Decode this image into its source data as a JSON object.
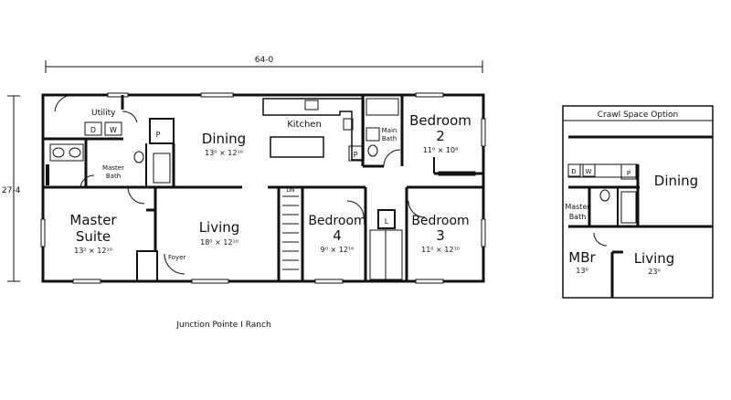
{
  "main_plan": {
    "overall_width": "64-0",
    "overall_depth": "27-4",
    "rooms": {
      "utility": "Utility",
      "dining": "Dining",
      "dining_dim": "13⁰ × 12¹⁰",
      "kitchen": "Kitchen",
      "main_bath_1": "Main",
      "main_bath_2": "Bath",
      "bedroom2_1": "Bedroom",
      "bedroom2_2": "2",
      "bedroom2_dim": "11⁰ × 10⁸",
      "master_bath_1": "Master",
      "master_bath_2": "Bath",
      "master_suite_1": "Master",
      "master_suite_2": "Suite",
      "master_suite_dim": "13² × 12¹⁰",
      "living": "Living",
      "living_dim": "18⁰ × 12¹⁰",
      "foyer": "Foyer",
      "bedroom4_1": "Bedroom",
      "bedroom4_2": "4",
      "bedroom4_dim": "9⁰ × 12¹⁰",
      "bedroom3_1": "Bedroom",
      "bedroom3_2": "3",
      "bedroom3_dim": "11⁰ × 12¹⁰",
      "stair_dn": "DN"
    },
    "fixtures": {
      "dryer": "D",
      "washer": "W",
      "pantry": "P",
      "pantry2": "P",
      "linen": "L"
    },
    "caption": "Junction Pointe I Ranch"
  },
  "crawl_space": {
    "title": "Crawl Space Option",
    "dining": "Dining",
    "master_bath_1": "Master",
    "master_bath_2": "Bath",
    "mbr": "MBr",
    "mbr_dim": "13⁶",
    "living": "Living",
    "living_dim": "23⁰",
    "dryer": "D",
    "washer": "W",
    "pantry": "P"
  }
}
